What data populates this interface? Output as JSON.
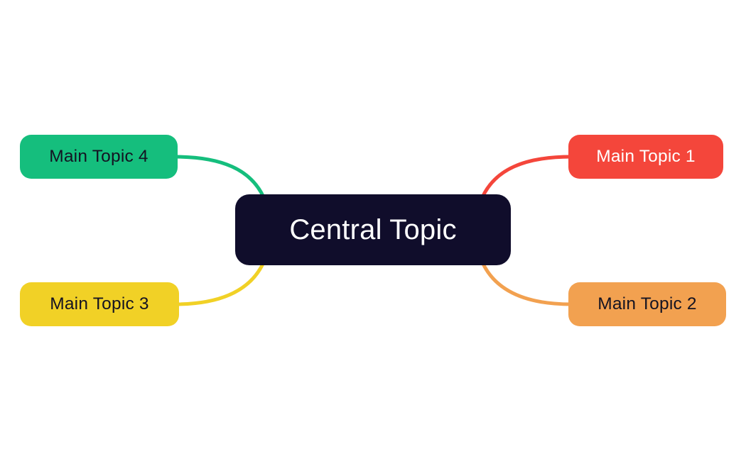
{
  "diagram": {
    "type": "mindmap",
    "background_color": "#ffffff",
    "central": {
      "id": "central-topic",
      "label": "Central Topic",
      "fill": "#100D2B",
      "text_color": "#ffffff"
    },
    "topics": [
      {
        "id": "main-topic-1",
        "label": "Main Topic 1",
        "fill": "#F4463B",
        "text_color": "#ffffff",
        "position": "top-right"
      },
      {
        "id": "main-topic-2",
        "label": "Main Topic 2",
        "fill": "#F2A150",
        "text_color": "#141322",
        "position": "bottom-right"
      },
      {
        "id": "main-topic-3",
        "label": "Main Topic 3",
        "fill": "#F1D126",
        "text_color": "#141322",
        "position": "bottom-left"
      },
      {
        "id": "main-topic-4",
        "label": "Main Topic 4",
        "fill": "#15BE7D",
        "text_color": "#141322",
        "position": "top-left"
      }
    ],
    "connectors": [
      {
        "from": "central-topic",
        "to": "main-topic-1",
        "color": "#F4463B"
      },
      {
        "from": "central-topic",
        "to": "main-topic-2",
        "color": "#F2A150"
      },
      {
        "from": "central-topic",
        "to": "main-topic-3",
        "color": "#F1D126"
      },
      {
        "from": "central-topic",
        "to": "main-topic-4",
        "color": "#15BE7D"
      }
    ]
  }
}
